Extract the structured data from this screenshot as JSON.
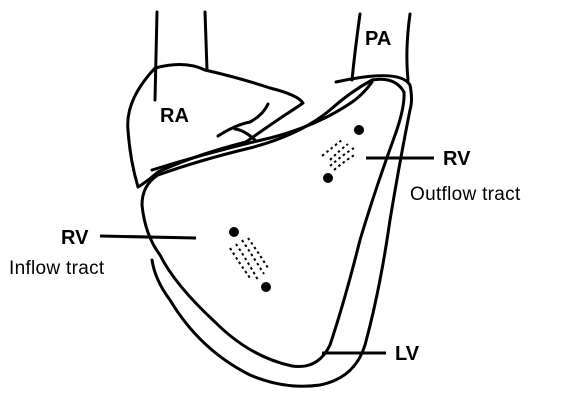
{
  "labels": {
    "pa": "PA",
    "ra": "RA",
    "rv_outflow": "RV",
    "outflow_tract": "Outflow tract",
    "rv_inflow": "RV",
    "inflow_tract": "Inflow tract",
    "lv": "LV"
  },
  "colors": {
    "stroke": "#000000",
    "background": "#ffffff"
  }
}
